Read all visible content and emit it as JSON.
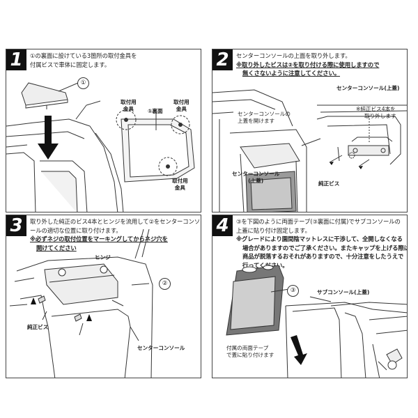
{
  "steps": [
    {
      "number": "1",
      "lines": [
        "①の裏面に設けている3箇所の取付金具を",
        "付属ビスで車体に固定します。"
      ],
      "labels": {
        "callout_1": "①",
        "back_side": "①裏面",
        "mount_left_1": "取付用",
        "mount_left_2": "金具",
        "mount_right_1": "取付用",
        "mount_right_2": "金具",
        "mount_bottom_1": "取付用",
        "mount_bottom_2": "金具"
      }
    },
    {
      "number": "2",
      "lines": [
        "センターコンソールの上面を取り外します。"
      ],
      "note_lines": [
        "※取り外したビスは②を取り付ける際に使用しますので",
        "無くさないように注意してください。"
      ],
      "labels": {
        "open_lid_1": "センターコンソールの",
        "open_lid_2": "上蓋を開けます",
        "console_upper_lid": "センターコンソール(上蓋)",
        "center_console_lid_1": "センターコンソール",
        "center_console_lid_2": "(上蓋)",
        "remove_screws_1": "※純正ビス4本を",
        "remove_screws_2": "取り外します",
        "genuine_screws": "純正ビス"
      }
    },
    {
      "number": "3",
      "lines": [
        "取り外した純正のビス4本とヒンジを流用して②をセンターコンソ",
        "ールの適切な位置に取り付けます。"
      ],
      "note_lines": [
        "※必ずネジの取付位置をマーキングしてからネジ穴を",
        "開けてください"
      ],
      "labels": {
        "hinge": "ヒンジ",
        "callout_2": "②",
        "genuine_screws": "純正ビス",
        "center_console": "センターコンソール"
      }
    },
    {
      "number": "4",
      "lines": [
        "③を下図のように両面テープ(③裏面に付属)でサブコンソールの",
        "上蓋に貼り付け固定します。"
      ],
      "note_lines": [
        "※グレードにより園間陰マットレスに干渉して、全開しなくなる",
        "場合がありますのでご了承ください。またキャップを上げる際は",
        "商品が脱落するおそれがありますので、十分注意をしたうえで",
        "行ってください。"
      ],
      "labels": {
        "callout_3": "③",
        "sub_console_lid": "サブコンソール(上蓋)",
        "tape_1": "付属の両面テープ",
        "tape_2": "で蓋に貼り付けます"
      }
    }
  ]
}
